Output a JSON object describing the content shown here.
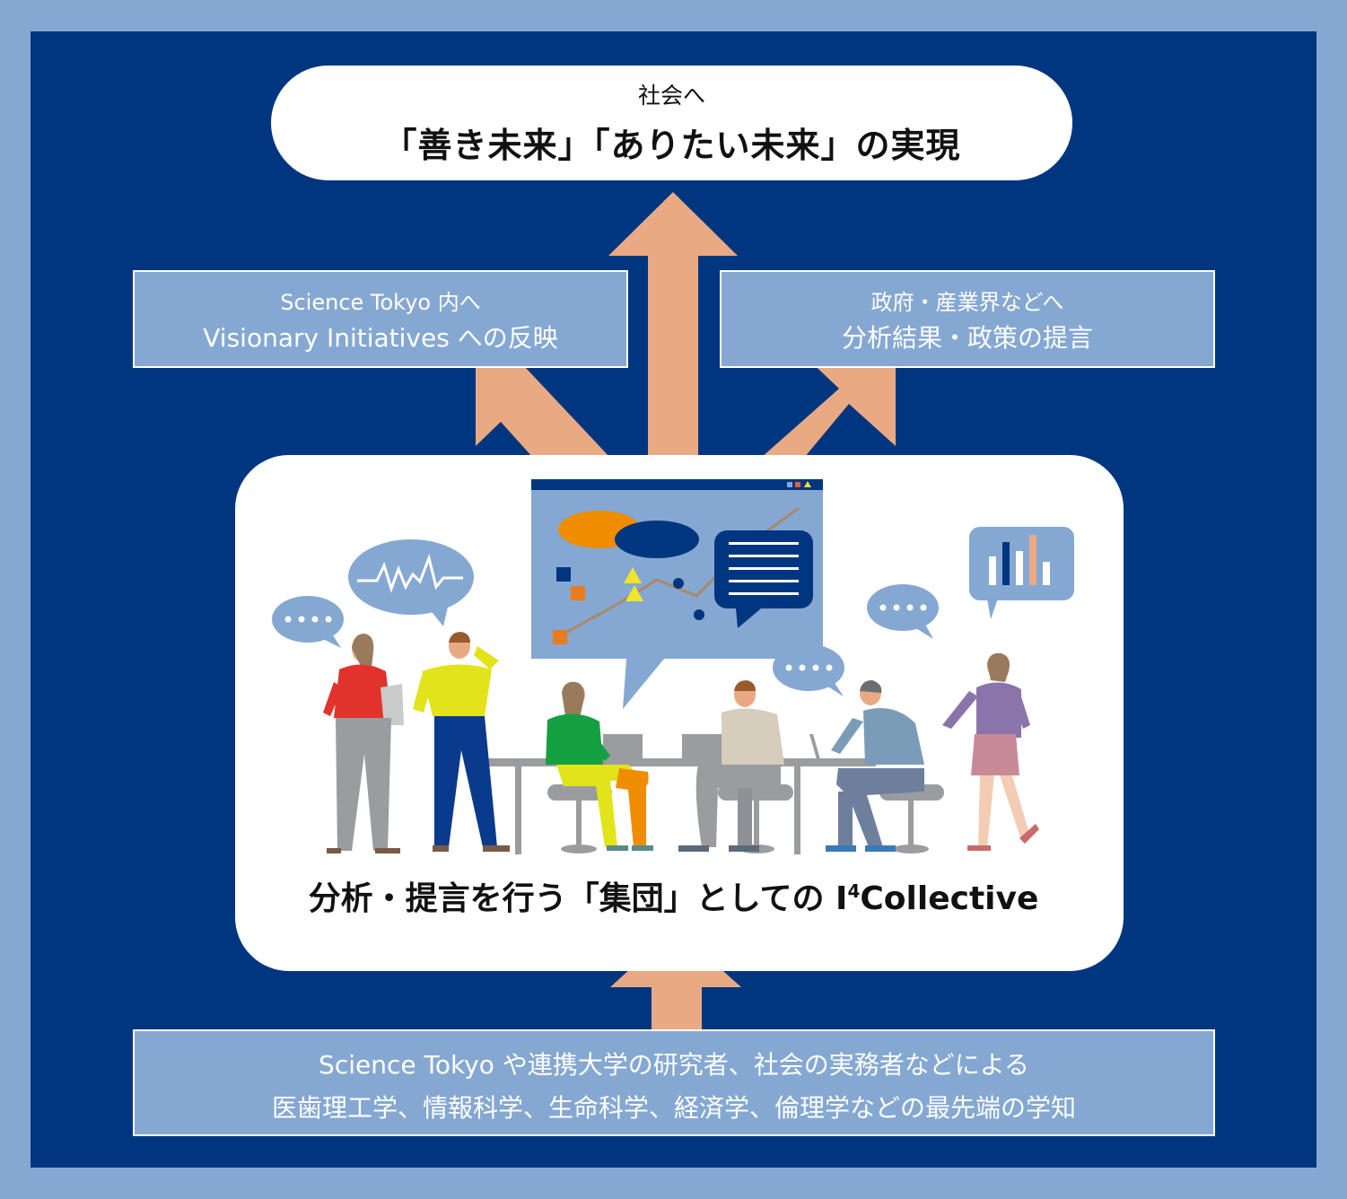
{
  "colors": {
    "frame": "#85a8d2",
    "panel": "#003680",
    "arrow": "#e9aa83",
    "box_fill": "#85a8d2",
    "white": "#ffffff"
  },
  "goal": {
    "subtitle": "社会へ",
    "title": "「善き未来」「ありたい未来」の実現"
  },
  "left_box": {
    "line1": "Science Tokyo 内へ",
    "line2": "Visionary Initiatives への反映"
  },
  "right_box": {
    "line1": "政府・産業界などへ",
    "line2": "分析結果・政策の提言"
  },
  "center": {
    "title_prefix": "分析・提言を行う「集団」としての I",
    "title_sup": "4",
    "title_suffix": "Collective",
    "illustration": "team-meeting-illustration"
  },
  "bottom_box": {
    "line1": "Science Tokyo や連携大学の研究者、社会の実務者などによる",
    "line2": "医歯理工学、情報科学、生命科学、経済学、倫理学などの最先端の学知"
  }
}
